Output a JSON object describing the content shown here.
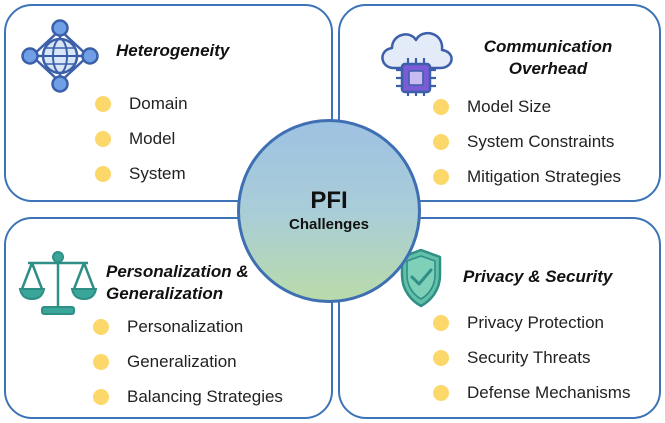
{
  "center": {
    "title": "PFI",
    "subtitle": "Challenges"
  },
  "panels": {
    "heterogeneity": {
      "title": "Heterogeneity",
      "icon": "network-globe-icon",
      "items": [
        "Domain",
        "Model",
        "System"
      ]
    },
    "communication": {
      "title_line1": "Communication",
      "title_line2": "Overhead",
      "icon": "cloud-chip-icon",
      "items": [
        "Model Size",
        "System Constraints",
        "Mitigation Strategies"
      ]
    },
    "personalization": {
      "title_line1": "Personalization &",
      "title_line2": "Generalization",
      "icon": "balance-scale-icon",
      "items": [
        "Personalization",
        "Generalization",
        "Balancing Strategies"
      ]
    },
    "privacy": {
      "title": "Privacy & Security",
      "icon": "shield-check-icon",
      "items": [
        "Privacy Protection",
        "Security Threats",
        "Defense Mechanisms"
      ]
    }
  },
  "colors": {
    "border": "#3d74b8",
    "bullet": "#fcd86a",
    "scale": "#3aa69a",
    "shield": "#4fb3a0"
  }
}
